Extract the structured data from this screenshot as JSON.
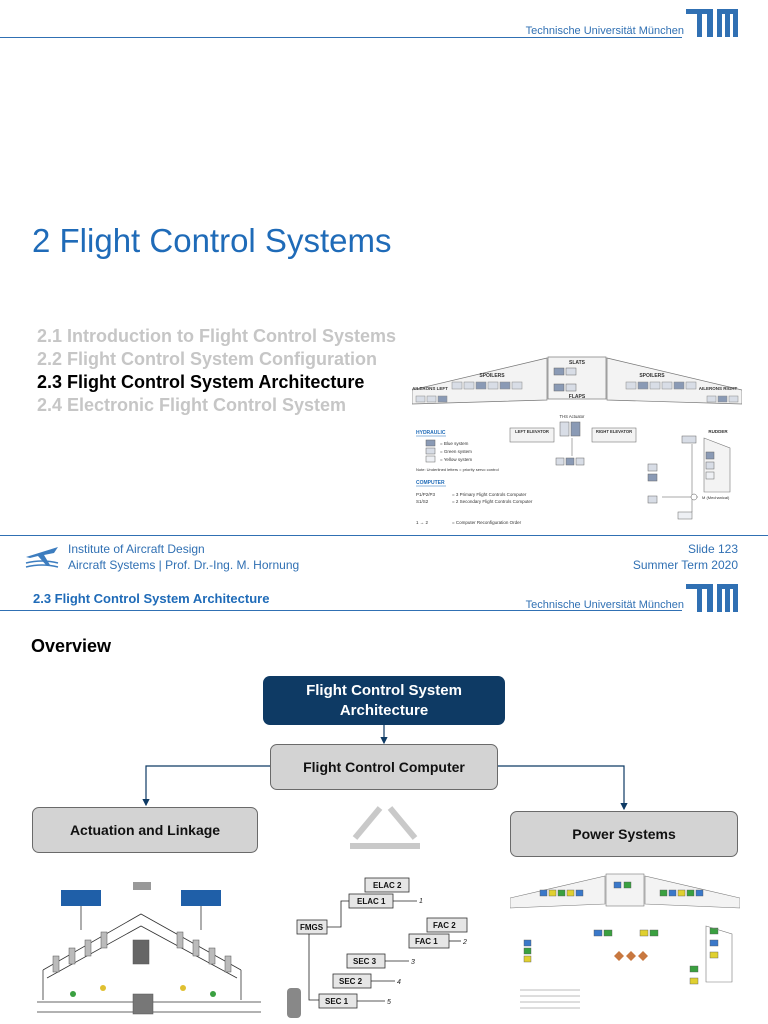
{
  "university": "Technische Universität München",
  "logo_text": "TUM",
  "slide1": {
    "title": "2 Flight Control Systems",
    "toc": [
      {
        "label": "2.1 Introduction to Flight Control Systems",
        "active": false
      },
      {
        "label": "2.2 Flight Control System Configuration",
        "active": false
      },
      {
        "label": "2.3 Flight Control System Architecture",
        "active": true
      },
      {
        "label": "2.4 Electronic Flight Control System",
        "active": false
      }
    ],
    "footer": {
      "institute": "Institute of Aircraft Design",
      "course": "Aircraft Systems | Prof. Dr.-Ing. M. Hornung",
      "slide": "Slide 123",
      "term": "Summer Term 2020"
    },
    "diagram": {
      "slats": "SLATS",
      "flaps": "FLAPS",
      "spoilers": "SPOILERS",
      "aileron_left": "AILERONS LEFT",
      "aileron_right": "AILERONS RIGHT",
      "ths": "THS Actuator",
      "left_elevator": "LEFT ELEVATOR",
      "right_elevator": "RIGHT ELEVATOR",
      "rudder": "RUDDER",
      "hydraulic": "HYDRAULIC",
      "blue": "= Blue system",
      "green": "= Green system",
      "yellow": "= Yellow system",
      "note": "Note: Underlined letters = priority servo control",
      "computer": "COMPUTER",
      "p_row_code": "P1/P2/P3",
      "p_row_text": "= 3 Primary Flight Controls Computer",
      "s_row_code": "S1/S2",
      "s_row_text": "= 2 Secondary Flight Controls Computer",
      "reconf_code": "1 → 2",
      "reconf_text": "= Computer Reconfiguration Order",
      "mechanical": "M (Mechanical)"
    }
  },
  "slide2": {
    "header": "2.3 Flight Control System Architecture",
    "overview": "Overview",
    "top_box": "Flight Control System Architecture",
    "center_box": "Flight Control Computer",
    "left_box": "Actuation and Linkage",
    "right_box": "Power Systems",
    "computers": [
      "ELAC 2",
      "ELAC 1",
      "FMGS",
      "FAC 2",
      "FAC 1",
      "SEC 3",
      "SEC 2",
      "SEC 1"
    ],
    "outputs": [
      "1",
      "2",
      "3",
      "4",
      "5"
    ],
    "colors": {
      "dark_box": "#0e3a64",
      "grey_box": "#d3d3d3",
      "accent": "#3070b3"
    }
  }
}
